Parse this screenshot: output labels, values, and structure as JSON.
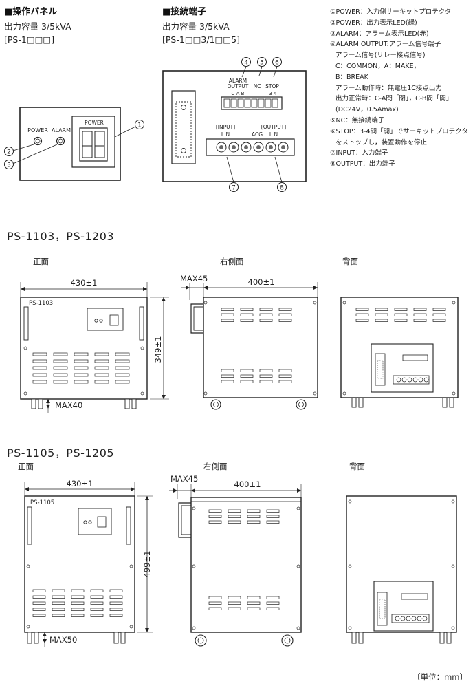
{
  "control_panel": {
    "heading": "■操作パネル",
    "capacity": "出力容量 3/5kVA",
    "model": "[PS-1□□□]",
    "labels": {
      "power_led": "POWER",
      "alarm_led": "ALARM",
      "breaker": "POWER"
    },
    "callouts": [
      "①",
      "②",
      "③"
    ]
  },
  "terminal_panel": {
    "heading": "■接続端子",
    "capacity": "出力容量 3/5kVA",
    "model": "[PS-1□□3/1□□5]",
    "labels": {
      "alarm_output": "ALARM\nOUTPUT",
      "cab": "C A B",
      "nc": "NC",
      "stop": "STOP",
      "stop_pins": "3 4",
      "input": "[INPUT]",
      "input_pins": "L    N",
      "acg": "ACG",
      "output": "[OUTPUT]",
      "output_pins": "L    N"
    },
    "callouts": [
      "④",
      "⑤",
      "⑥",
      "⑦",
      "⑧"
    ]
  },
  "legend": [
    "①POWER：入力側サーキットプロテクタ",
    "②POWER：出力表示LED(緑)",
    "③ALARM：アラーム表示LED(赤)",
    "④ALARM OUTPUT:アラーム信号端子",
    "アラーム信号(リレー接点信号)",
    "C：COMMON，A：MAKE，",
    "B：BREAK",
    "アラーム動作時：無電圧1C接点出力",
    "出力正常時：C-A間「閉」，C-B間「開」",
    "(DC24V，0.5Amax)",
    "⑤NC：無接続端子",
    "⑥STOP：3-4間「開」でサーキットプロテクタ",
    "をストップし，装置動作を停止",
    "⑦INPUT：入力端子",
    "⑧OUTPUT：出力端子"
  ],
  "section_a": {
    "title": "PS-1103，PS-1203",
    "views": {
      "front": "正面",
      "right": "右側面",
      "back": "背面"
    },
    "front_label": "PS-1103",
    "width_dim": "430±1",
    "height_dim": "349±1",
    "foot_dim": "MAX40",
    "handle_dim": "MAX45",
    "depth_dim": "400±1"
  },
  "section_b": {
    "title": "PS-1105，PS-1205",
    "views": {
      "front": "正面",
      "right": "右側面",
      "back": "背面"
    },
    "front_label": "PS-1105",
    "width_dim": "430±1",
    "height_dim": "499±1",
    "foot_dim": "MAX50",
    "handle_dim": "MAX45",
    "depth_dim": "400±1"
  },
  "unit_note": "〔単位：mm〕"
}
